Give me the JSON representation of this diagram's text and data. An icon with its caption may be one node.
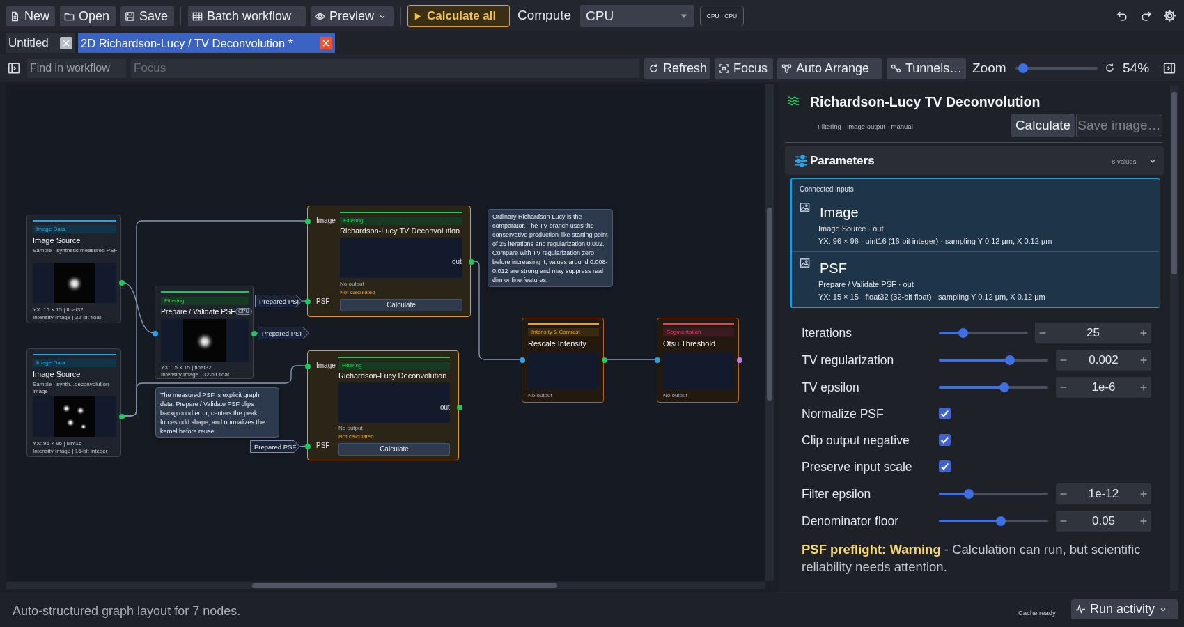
{
  "diagram": {
    "nodes": [
      {
        "text": [
          "Image Data",
          "Image Source",
          "Sample · synthetic measured PSF",
          "YX: 15 × 15 | float32",
          "Intensity Image | 32-bit float"
        ]
      },
      {
        "text": [
          "Image Data",
          "Image Source",
          "Sample · synth...deconvolution image",
          "YX: 96 × 96 | uint16",
          "Intensity Image | 16-bit integer"
        ]
      },
      {
        "text": [
          "Filtering",
          "Prepare / Validate PSF",
          "CPU",
          "YX: 15 × 15 | float32",
          "Intensity Image | 32-bit float"
        ]
      },
      {
        "text": [
          "The measured PSF is explicit graph data. Prepare / Validate PSF clips background error, centers the peak, forces odd shape, and normalizes the kernel before reuse."
        ]
      },
      {
        "text": [
          "Prepared PSF"
        ]
      },
      {
        "text": [
          "Prepared PSF"
        ]
      },
      {
        "text": [
          "Image",
          "Filtering",
          "Richardson-Lucy TV Deconvolution",
          "out",
          "No output",
          "Not calculated",
          "PSF",
          "Calculate"
        ]
      },
      {
        "text": [
          "Ordinary Richardson-Lucy is the comparator. The TV branch uses the conservative production-like starting point of 25 iterations and regularization 0.002. Compare with TV regularization zero before increasing it; values around 0.008-0.012 are strong and may suppress real dim or fine features."
        ]
      },
      {
        "text": [
          "Image",
          "Filtering",
          "Richardson-Lucy Deconvolution",
          "out",
          "No output",
          "Not calculated",
          "PSF",
          "Calculate"
        ]
      },
      {
        "text": [
          "Prepared PSF"
        ]
      },
      {
        "text": [
          "Intensity & Contrast",
          "Rescale Intensity",
          "No output"
        ]
      },
      {
        "text": [
          "Segmentation",
          "Otsu Threshold",
          "No output"
        ]
      }
    ],
    "edges": [
      {
        "from": 0,
        "to": 2,
        "arrow": "none"
      },
      {
        "from": 1,
        "to": 6,
        "arrow": "none"
      },
      {
        "from": 1,
        "to": 8,
        "arrow": "none"
      },
      {
        "from": 2,
        "to": 5,
        "arrow": "none"
      },
      {
        "from": 4,
        "to": 6,
        "arrow": "none"
      },
      {
        "from": 9,
        "to": 8,
        "arrow": "none"
      },
      {
        "from": 6,
        "to": 10,
        "arrow": "none"
      },
      {
        "from": 10,
        "to": 11,
        "arrow": "none"
      }
    ],
    "labels": [
      "New",
      "Open",
      "Save",
      "Batch workflow",
      "Preview",
      "Calculate all",
      "Compute",
      "CPU",
      "CPU · CPU",
      "Untitled",
      "2D Richardson-Lucy / TV Deconvolution *",
      "Find in workflow",
      "Focus",
      "Refresh",
      "Focus",
      "Auto Arrange",
      "Tunnels…",
      "Zoom",
      "54%",
      "Richardson-Lucy TV Deconvolution",
      "Filtering · image output · manual",
      "Calculate",
      "Save image…",
      "Parameters",
      "8 values",
      "Connected inputs",
      "Image",
      "Image Source · out",
      "YX: 96 × 96 · uint16 (16-bit integer) · sampling Y 0.12 µm, X 0.12 µm",
      "PSF",
      "Prepare / Validate PSF · out",
      "YX: 15 × 15 · float32 (32-bit float) · sampling Y 0.12 µm, X 0.12 µm",
      "Iterations",
      "25",
      "TV regularization",
      "0.002",
      "TV epsilon",
      "1e-6",
      "Normalize PSF",
      "Clip output negative",
      "Preserve input scale",
      "Filter epsilon",
      "1e-12",
      "Denominator floor",
      "0.05",
      "**PSF preflight: Warning** - Calculation can run, but scientific reliability needs attention.",
      "Auto-structured graph layout for 7 nodes.",
      "Cache ready",
      "Run activity"
    ]
  }
}
